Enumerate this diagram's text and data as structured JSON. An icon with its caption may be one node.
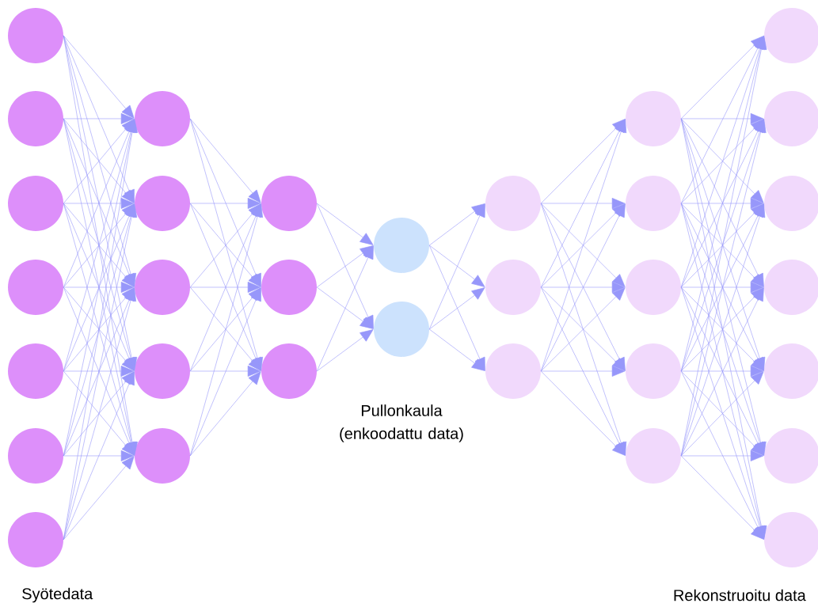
{
  "diagram": {
    "nodes": [
      {
        "text": [],
        "shape": "circle"
      },
      {
        "text": [],
        "shape": "circle"
      },
      {
        "text": [],
        "shape": "circle"
      },
      {
        "text": [],
        "shape": "circle"
      },
      {
        "text": [],
        "shape": "circle"
      },
      {
        "text": [],
        "shape": "circle"
      },
      {
        "text": [],
        "shape": "circle"
      },
      {
        "text": [],
        "shape": "circle"
      },
      {
        "text": [],
        "shape": "circle"
      },
      {
        "text": [],
        "shape": "circle"
      },
      {
        "text": [],
        "shape": "circle"
      },
      {
        "text": [],
        "shape": "circle"
      },
      {
        "text": [],
        "shape": "circle"
      },
      {
        "text": [],
        "shape": "circle"
      },
      {
        "text": [],
        "shape": "circle"
      },
      {
        "text": [],
        "shape": "circle"
      },
      {
        "text": [],
        "shape": "circle"
      },
      {
        "text": [],
        "shape": "circle"
      },
      {
        "text": [],
        "shape": "circle"
      },
      {
        "text": [],
        "shape": "circle"
      },
      {
        "text": [],
        "shape": "circle"
      },
      {
        "text": [],
        "shape": "circle"
      },
      {
        "text": [],
        "shape": "circle"
      },
      {
        "text": [],
        "shape": "circle"
      },
      {
        "text": [],
        "shape": "circle"
      },
      {
        "text": [],
        "shape": "circle"
      },
      {
        "text": [],
        "shape": "circle"
      },
      {
        "text": [],
        "shape": "circle"
      },
      {
        "text": [],
        "shape": "circle"
      },
      {
        "text": [],
        "shape": "circle"
      },
      {
        "text": [],
        "shape": "circle"
      },
      {
        "text": [],
        "shape": "circle"
      }
    ],
    "edges": [
      {
        "from": 0,
        "to": 7,
        "arrow": "to"
      },
      {
        "from": 0,
        "to": 8,
        "arrow": "to"
      },
      {
        "from": 0,
        "to": 9,
        "arrow": "to"
      },
      {
        "from": 0,
        "to": 10,
        "arrow": "to"
      },
      {
        "from": 0,
        "to": 11,
        "arrow": "to"
      },
      {
        "from": 1,
        "to": 7,
        "arrow": "to"
      },
      {
        "from": 1,
        "to": 8,
        "arrow": "to"
      },
      {
        "from": 1,
        "to": 9,
        "arrow": "to"
      },
      {
        "from": 1,
        "to": 10,
        "arrow": "to"
      },
      {
        "from": 1,
        "to": 11,
        "arrow": "to"
      },
      {
        "from": 2,
        "to": 7,
        "arrow": "to"
      },
      {
        "from": 2,
        "to": 8,
        "arrow": "to"
      },
      {
        "from": 2,
        "to": 9,
        "arrow": "to"
      },
      {
        "from": 2,
        "to": 10,
        "arrow": "to"
      },
      {
        "from": 2,
        "to": 11,
        "arrow": "to"
      },
      {
        "from": 3,
        "to": 7,
        "arrow": "to"
      },
      {
        "from": 3,
        "to": 8,
        "arrow": "to"
      },
      {
        "from": 3,
        "to": 9,
        "arrow": "to"
      },
      {
        "from": 3,
        "to": 10,
        "arrow": "to"
      },
      {
        "from": 3,
        "to": 11,
        "arrow": "to"
      },
      {
        "from": 4,
        "to": 7,
        "arrow": "to"
      },
      {
        "from": 4,
        "to": 8,
        "arrow": "to"
      },
      {
        "from": 4,
        "to": 9,
        "arrow": "to"
      },
      {
        "from": 4,
        "to": 10,
        "arrow": "to"
      },
      {
        "from": 4,
        "to": 11,
        "arrow": "to"
      },
      {
        "from": 5,
        "to": 7,
        "arrow": "to"
      },
      {
        "from": 5,
        "to": 8,
        "arrow": "to"
      },
      {
        "from": 5,
        "to": 9,
        "arrow": "to"
      },
      {
        "from": 5,
        "to": 10,
        "arrow": "to"
      },
      {
        "from": 5,
        "to": 11,
        "arrow": "to"
      },
      {
        "from": 6,
        "to": 7,
        "arrow": "to"
      },
      {
        "from": 6,
        "to": 8,
        "arrow": "to"
      },
      {
        "from": 6,
        "to": 9,
        "arrow": "to"
      },
      {
        "from": 6,
        "to": 10,
        "arrow": "to"
      },
      {
        "from": 6,
        "to": 11,
        "arrow": "to"
      },
      {
        "from": 7,
        "to": 12,
        "arrow": "to"
      },
      {
        "from": 7,
        "to": 13,
        "arrow": "to"
      },
      {
        "from": 7,
        "to": 14,
        "arrow": "to"
      },
      {
        "from": 8,
        "to": 12,
        "arrow": "to"
      },
      {
        "from": 8,
        "to": 13,
        "arrow": "to"
      },
      {
        "from": 8,
        "to": 14,
        "arrow": "to"
      },
      {
        "from": 9,
        "to": 12,
        "arrow": "to"
      },
      {
        "from": 9,
        "to": 13,
        "arrow": "to"
      },
      {
        "from": 9,
        "to": 14,
        "arrow": "to"
      },
      {
        "from": 10,
        "to": 12,
        "arrow": "to"
      },
      {
        "from": 10,
        "to": 13,
        "arrow": "to"
      },
      {
        "from": 10,
        "to": 14,
        "arrow": "to"
      },
      {
        "from": 11,
        "to": 12,
        "arrow": "to"
      },
      {
        "from": 11,
        "to": 13,
        "arrow": "to"
      },
      {
        "from": 11,
        "to": 14,
        "arrow": "to"
      },
      {
        "from": 12,
        "to": 15,
        "arrow": "to"
      },
      {
        "from": 12,
        "to": 16,
        "arrow": "to"
      },
      {
        "from": 13,
        "to": 15,
        "arrow": "to"
      },
      {
        "from": 13,
        "to": 16,
        "arrow": "to"
      },
      {
        "from": 14,
        "to": 15,
        "arrow": "to"
      },
      {
        "from": 14,
        "to": 16,
        "arrow": "to"
      },
      {
        "from": 15,
        "to": 17,
        "arrow": "to"
      },
      {
        "from": 15,
        "to": 18,
        "arrow": "to"
      },
      {
        "from": 15,
        "to": 19,
        "arrow": "to"
      },
      {
        "from": 16,
        "to": 17,
        "arrow": "to"
      },
      {
        "from": 16,
        "to": 18,
        "arrow": "to"
      },
      {
        "from": 16,
        "to": 19,
        "arrow": "to"
      },
      {
        "from": 17,
        "to": 20,
        "arrow": "to"
      },
      {
        "from": 17,
        "to": 21,
        "arrow": "to"
      },
      {
        "from": 17,
        "to": 22,
        "arrow": "to"
      },
      {
        "from": 17,
        "to": 23,
        "arrow": "to"
      },
      {
        "from": 17,
        "to": 24,
        "arrow": "to"
      },
      {
        "from": 18,
        "to": 20,
        "arrow": "to"
      },
      {
        "from": 18,
        "to": 21,
        "arrow": "to"
      },
      {
        "from": 18,
        "to": 22,
        "arrow": "to"
      },
      {
        "from": 18,
        "to": 23,
        "arrow": "to"
      },
      {
        "from": 18,
        "to": 24,
        "arrow": "to"
      },
      {
        "from": 19,
        "to": 20,
        "arrow": "to"
      },
      {
        "from": 19,
        "to": 21,
        "arrow": "to"
      },
      {
        "from": 19,
        "to": 22,
        "arrow": "to"
      },
      {
        "from": 19,
        "to": 23,
        "arrow": "to"
      },
      {
        "from": 19,
        "to": 24,
        "arrow": "to"
      },
      {
        "from": 20,
        "to": 25,
        "arrow": "to"
      },
      {
        "from": 20,
        "to": 26,
        "arrow": "to"
      },
      {
        "from": 20,
        "to": 27,
        "arrow": "to"
      },
      {
        "from": 20,
        "to": 28,
        "arrow": "to"
      },
      {
        "from": 20,
        "to": 29,
        "arrow": "to"
      },
      {
        "from": 20,
        "to": 30,
        "arrow": "to"
      },
      {
        "from": 20,
        "to": 31,
        "arrow": "to"
      },
      {
        "from": 21,
        "to": 25,
        "arrow": "to"
      },
      {
        "from": 21,
        "to": 26,
        "arrow": "to"
      },
      {
        "from": 21,
        "to": 27,
        "arrow": "to"
      },
      {
        "from": 21,
        "to": 28,
        "arrow": "to"
      },
      {
        "from": 21,
        "to": 29,
        "arrow": "to"
      },
      {
        "from": 21,
        "to": 30,
        "arrow": "to"
      },
      {
        "from": 21,
        "to": 31,
        "arrow": "to"
      },
      {
        "from": 22,
        "to": 25,
        "arrow": "to"
      },
      {
        "from": 22,
        "to": 26,
        "arrow": "to"
      },
      {
        "from": 22,
        "to": 27,
        "arrow": "to"
      },
      {
        "from": 22,
        "to": 28,
        "arrow": "to"
      },
      {
        "from": 22,
        "to": 29,
        "arrow": "to"
      },
      {
        "from": 22,
        "to": 30,
        "arrow": "to"
      },
      {
        "from": 22,
        "to": 31,
        "arrow": "to"
      },
      {
        "from": 23,
        "to": 25,
        "arrow": "to"
      },
      {
        "from": 23,
        "to": 26,
        "arrow": "to"
      },
      {
        "from": 23,
        "to": 27,
        "arrow": "to"
      },
      {
        "from": 23,
        "to": 28,
        "arrow": "to"
      },
      {
        "from": 23,
        "to": 29,
        "arrow": "to"
      },
      {
        "from": 23,
        "to": 30,
        "arrow": "to"
      },
      {
        "from": 23,
        "to": 31,
        "arrow": "to"
      },
      {
        "from": 24,
        "to": 25,
        "arrow": "to"
      },
      {
        "from": 24,
        "to": 26,
        "arrow": "to"
      },
      {
        "from": 24,
        "to": 27,
        "arrow": "to"
      },
      {
        "from": 24,
        "to": 28,
        "arrow": "to"
      },
      {
        "from": 24,
        "to": 29,
        "arrow": "to"
      },
      {
        "from": 24,
        "to": 30,
        "arrow": "to"
      },
      {
        "from": 24,
        "to": 31,
        "arrow": "to"
      }
    ],
    "labels": [
      "Syötedata",
      "Pullonkaula (enkoodattu data)",
      "Rekonstruoitu data"
    ]
  }
}
